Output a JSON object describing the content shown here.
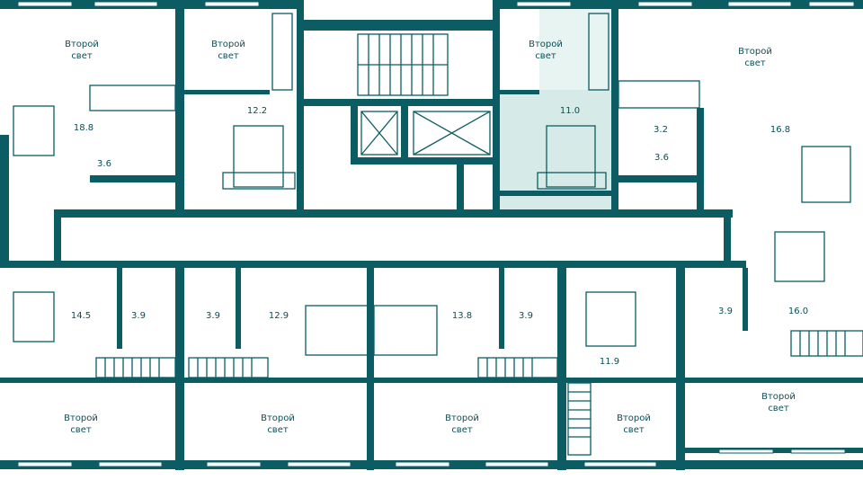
{
  "colors": {
    "wall": "#0b5c63",
    "highlight": "#d6ebe8",
    "text": "#0b4e55"
  },
  "second_light": {
    "line1": "Второй",
    "line2": "свет"
  },
  "areas": {
    "a1": "18.8",
    "a2": "3.6",
    "a3": "12.2",
    "a4": "11.0",
    "a5": "3.2",
    "a6": "3.6",
    "a7": "16.8",
    "a8": "14.5",
    "a9": "3.9",
    "a10": "3.9",
    "a11": "12.9",
    "a12": "13.8",
    "a13": "3.9",
    "a14": "11.9",
    "a15": "3.9",
    "a16": "16.0"
  }
}
